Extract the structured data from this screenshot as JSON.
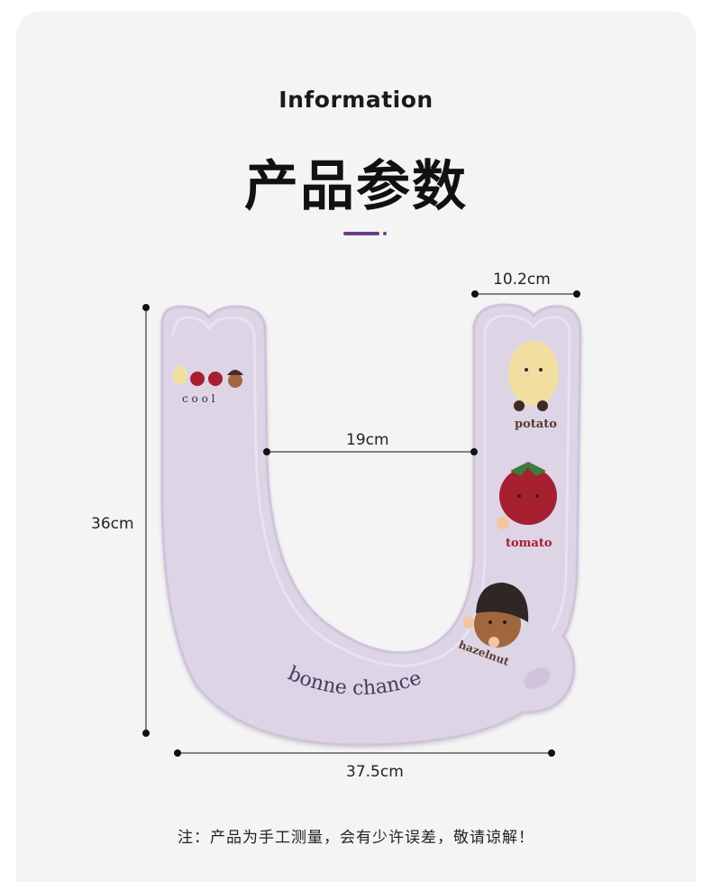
{
  "header": {
    "en_title": "Information",
    "cn_title": "产品参数"
  },
  "dimensions": {
    "width_arm": "10.2cm",
    "inner_gap": "19cm",
    "height": "36cm",
    "total_width": "37.5cm"
  },
  "product": {
    "left_label": "c o o l",
    "potato_label": "potato",
    "tomato_label": "tomato",
    "hazelnut_label": "hazelnut",
    "bottom_text": "bonne chance",
    "color": "#ddd4e6"
  },
  "footer": {
    "note": "注：产品为手工测量，会有少许误差，敬请谅解！"
  },
  "colors": {
    "accent": "#6b3f8a",
    "background": "#f4f4f4"
  }
}
